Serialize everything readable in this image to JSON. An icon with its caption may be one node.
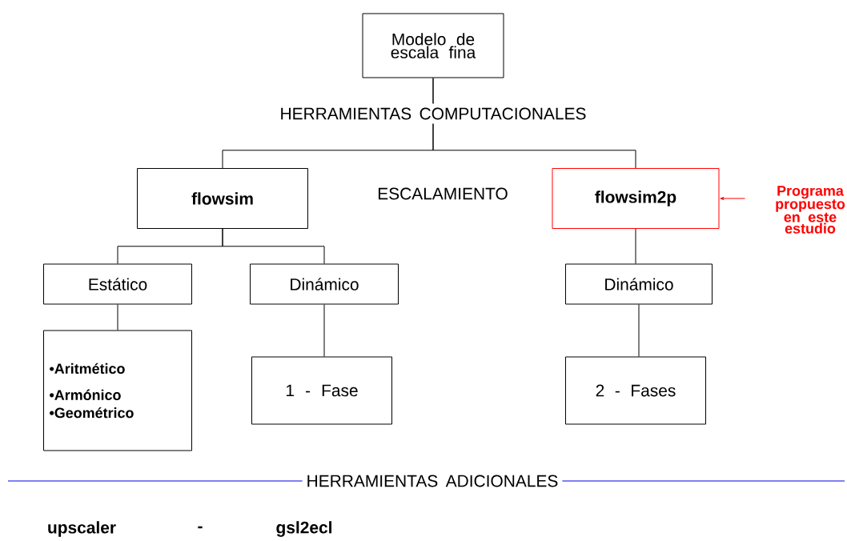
{
  "diagram": {
    "nodes": [
      {
        "text": [
          "Modelo de escala fina"
        ]
      },
      {
        "text": [
          "flowsim"
        ]
      },
      {
        "text": [
          "flowsim2p"
        ]
      },
      {
        "text": [
          "Estático"
        ]
      },
      {
        "text": [
          "Dinámico"
        ]
      },
      {
        "text": [
          "Dinámico"
        ]
      },
      {
        "text": [
          "•Aritmético",
          "•Armónico",
          "•Geométrico"
        ]
      },
      {
        "text": [
          "1 - Fase"
        ]
      },
      {
        "text": [
          "2 - Fases"
        ]
      },
      {
        "text": [
          "Programa propuesto en este estudio"
        ]
      }
    ],
    "edges": [
      {
        "from": 0,
        "to": 1,
        "arrow": "none"
      },
      {
        "from": 0,
        "to": 2,
        "arrow": "none"
      },
      {
        "from": 1,
        "to": 3,
        "arrow": "none"
      },
      {
        "from": 1,
        "to": 4,
        "arrow": "none"
      },
      {
        "from": 3,
        "to": 6,
        "arrow": "none"
      },
      {
        "from": 4,
        "to": 7,
        "arrow": "none"
      },
      {
        "from": 2,
        "to": 5,
        "arrow": "none"
      },
      {
        "from": 5,
        "to": 8,
        "arrow": "none"
      },
      {
        "from": 9,
        "to": 2,
        "arrow": "to",
        "color": "#ff0000"
      }
    ],
    "labels": [
      "HERRAMIENTAS COMPUTACIONALES",
      "ESCALAMIENTO",
      "HERRAMIENTAS ADICIONALES",
      "upscaler",
      "-",
      "gsl2ecl"
    ]
  }
}
